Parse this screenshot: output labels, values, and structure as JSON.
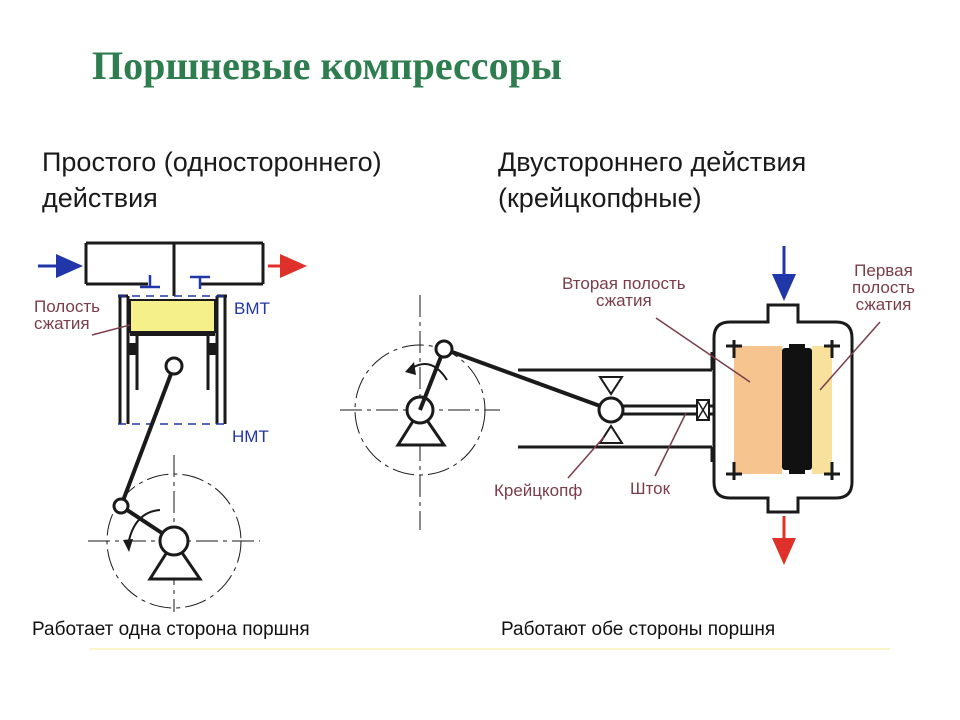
{
  "title": "Поршневые компрессоры",
  "left": {
    "heading_line1": "Простого (одностороннего)",
    "heading_line2": "действия",
    "label_chamber_line1": "Полость",
    "label_chamber_line2": "сжатия",
    "label_tdc": "ВМТ",
    "label_bdc": "НМТ",
    "caption": "Работает одна сторона поршня",
    "colors": {
      "piston_chamber": "#f5f08a",
      "inlet_arrow": "#2136a8",
      "outlet_arrow": "#e0302a"
    }
  },
  "right": {
    "heading_line1": "Двустороннего действия",
    "heading_line2": "(крейцкопфные)",
    "label_second_line1": "Вторая полость",
    "label_second_line2": "сжатия",
    "label_first_line1": "Первая",
    "label_first_line2": "полость",
    "label_first_line3": "сжатия",
    "label_crosshead": "Крейцкопф",
    "label_rod": "Шток",
    "caption": "Работают обе стороны поршня",
    "colors": {
      "second_chamber": "#f6c48e",
      "first_chamber": "#f8e19c",
      "piston": "#111111"
    }
  }
}
